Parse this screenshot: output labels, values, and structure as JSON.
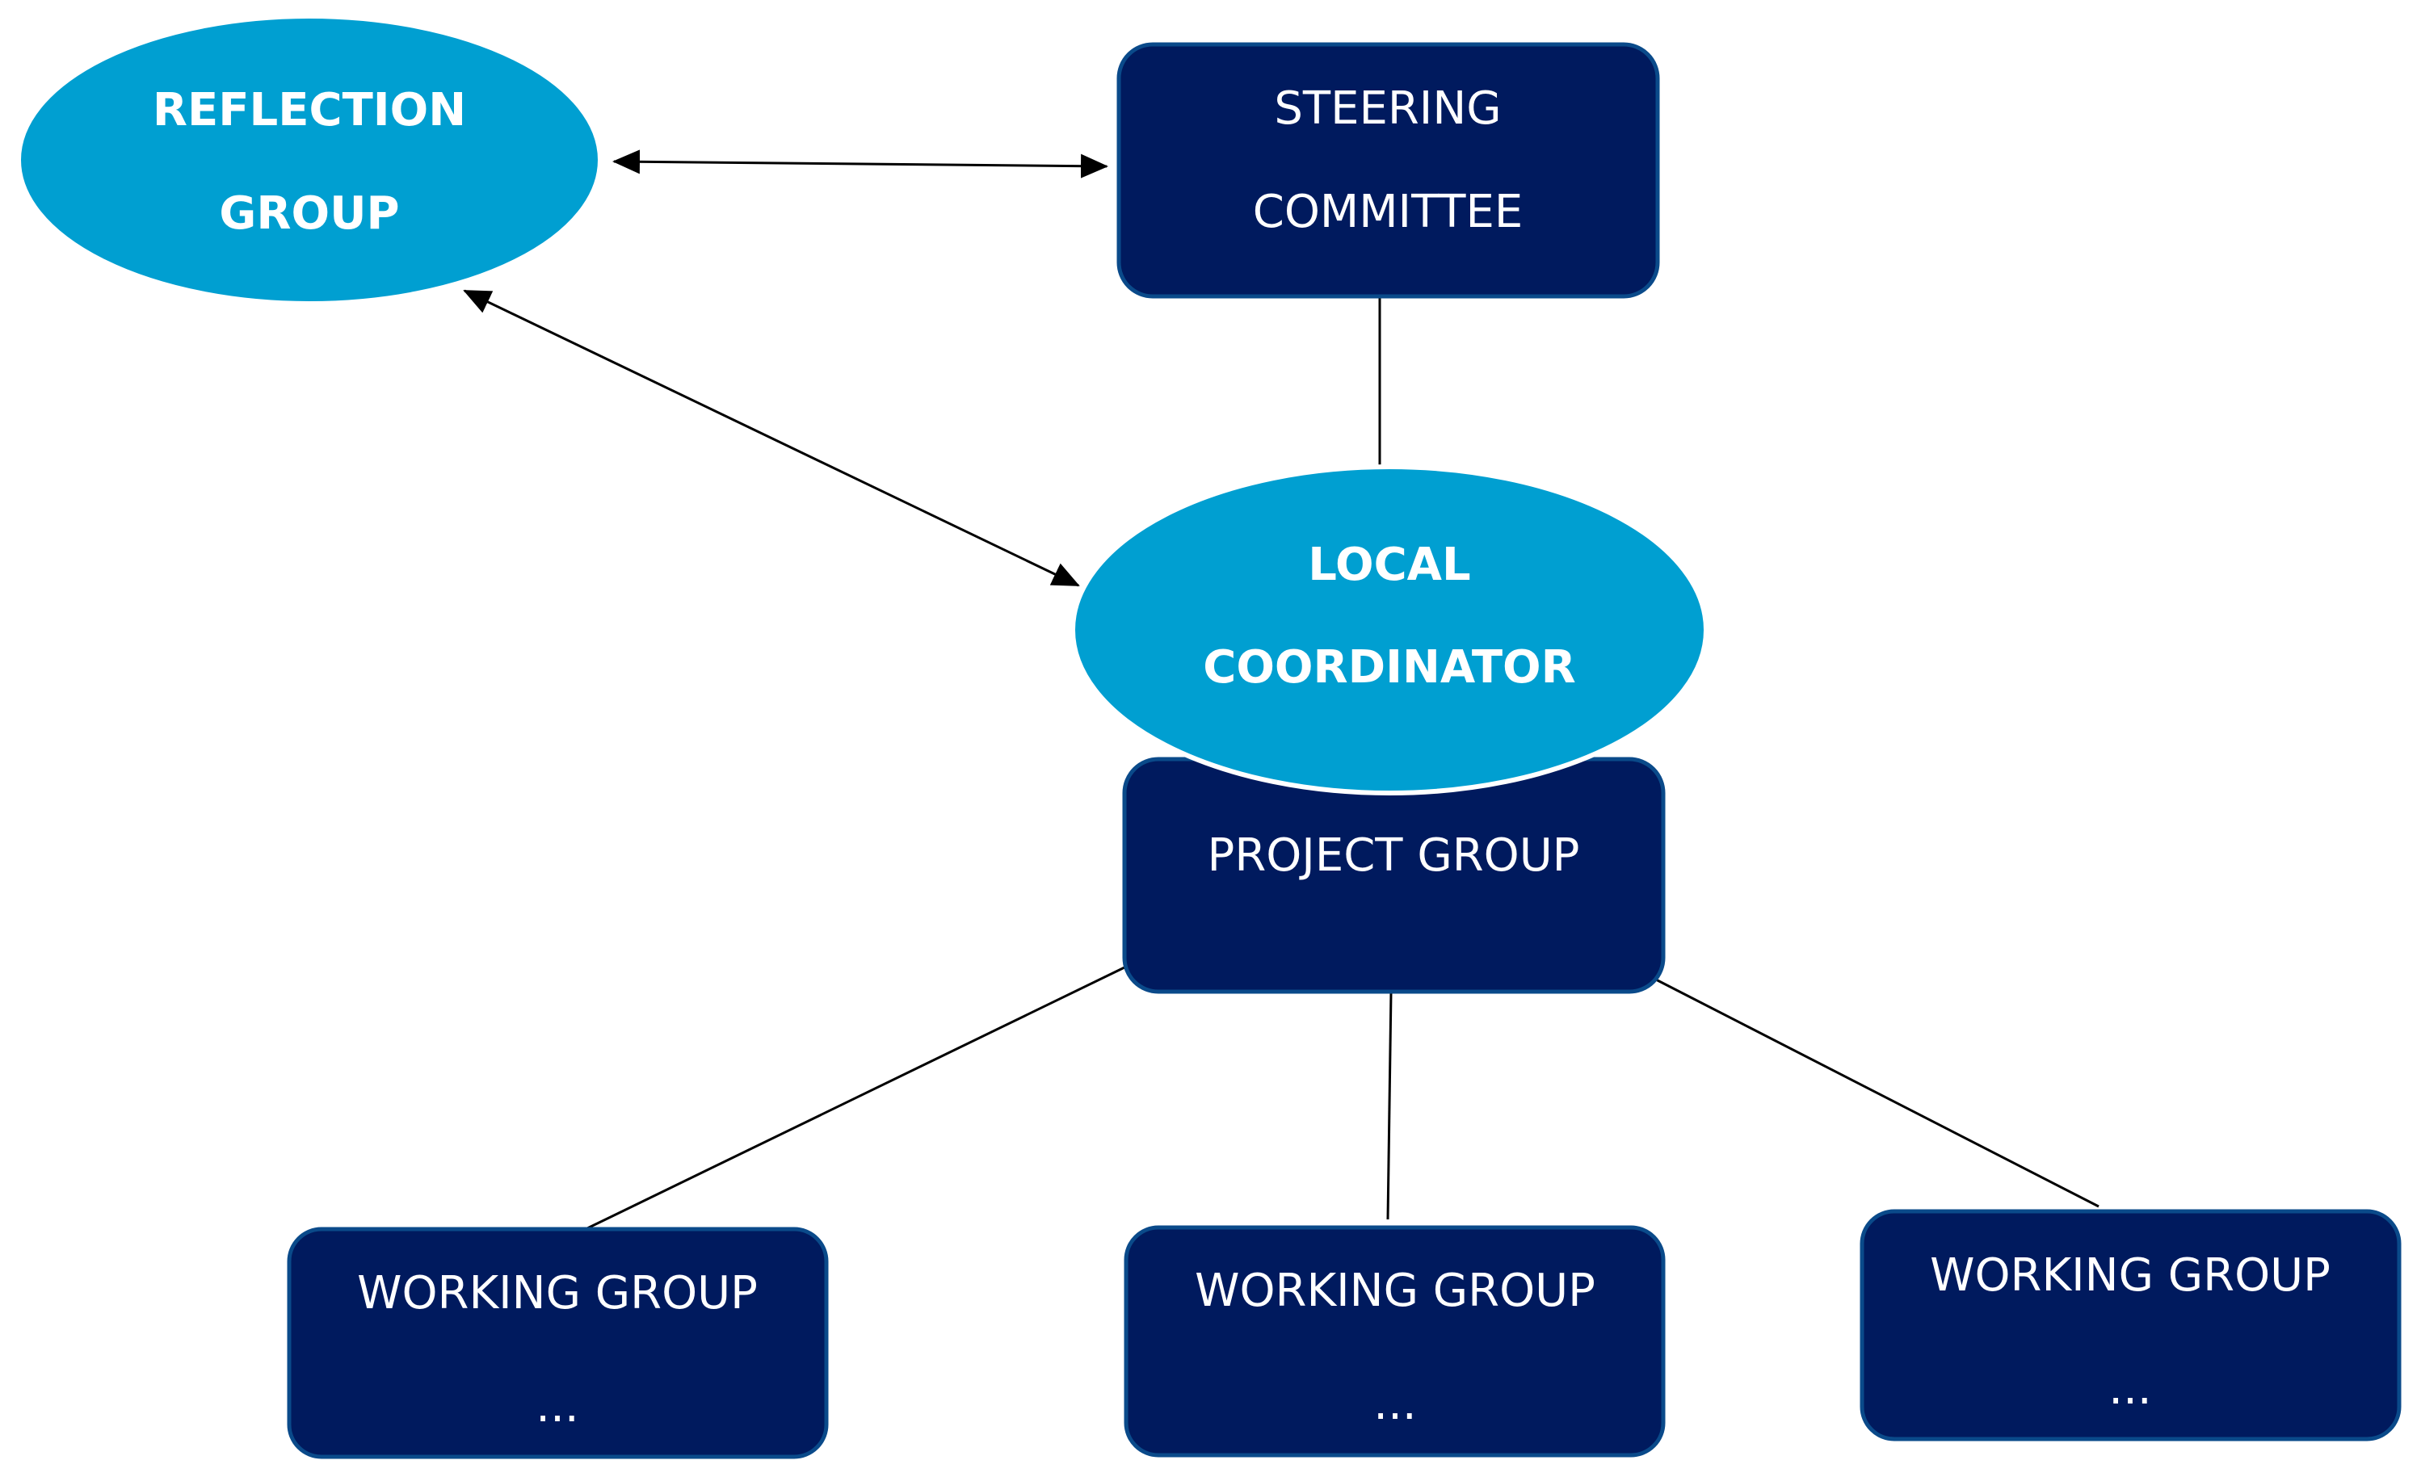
{
  "colors": {
    "dark_navy": "#001a5e",
    "cyan": "#009fd1",
    "text": "#ffffff",
    "line": "#000000"
  },
  "nodes": {
    "reflection_group": {
      "line1": "REFLECTION",
      "line2": "GROUP"
    },
    "steering_committee": {
      "line1": "STEERING",
      "line2": "COMMITTEE"
    },
    "local_coordinator": {
      "line1": "LOCAL",
      "line2": "COORDINATOR"
    },
    "project_group": {
      "line1": "PROJECT GROUP"
    },
    "working_group_1": {
      "line1": "WORKING GROUP",
      "line2": "..."
    },
    "working_group_2": {
      "line1": "WORKING GROUP",
      "line2": "..."
    },
    "working_group_3": {
      "line1": "WORKING GROUP",
      "line2": "..."
    }
  },
  "edges": [
    {
      "from": "reflection_group",
      "to": "steering_committee",
      "type": "bidirectional-arrow"
    },
    {
      "from": "reflection_group",
      "to": "local_coordinator",
      "type": "bidirectional-arrow"
    },
    {
      "from": "steering_committee",
      "to": "local_coordinator",
      "type": "line"
    },
    {
      "from": "project_group",
      "to": "working_group_1",
      "type": "line"
    },
    {
      "from": "project_group",
      "to": "working_group_2",
      "type": "line"
    },
    {
      "from": "project_group",
      "to": "working_group_3",
      "type": "line"
    }
  ]
}
